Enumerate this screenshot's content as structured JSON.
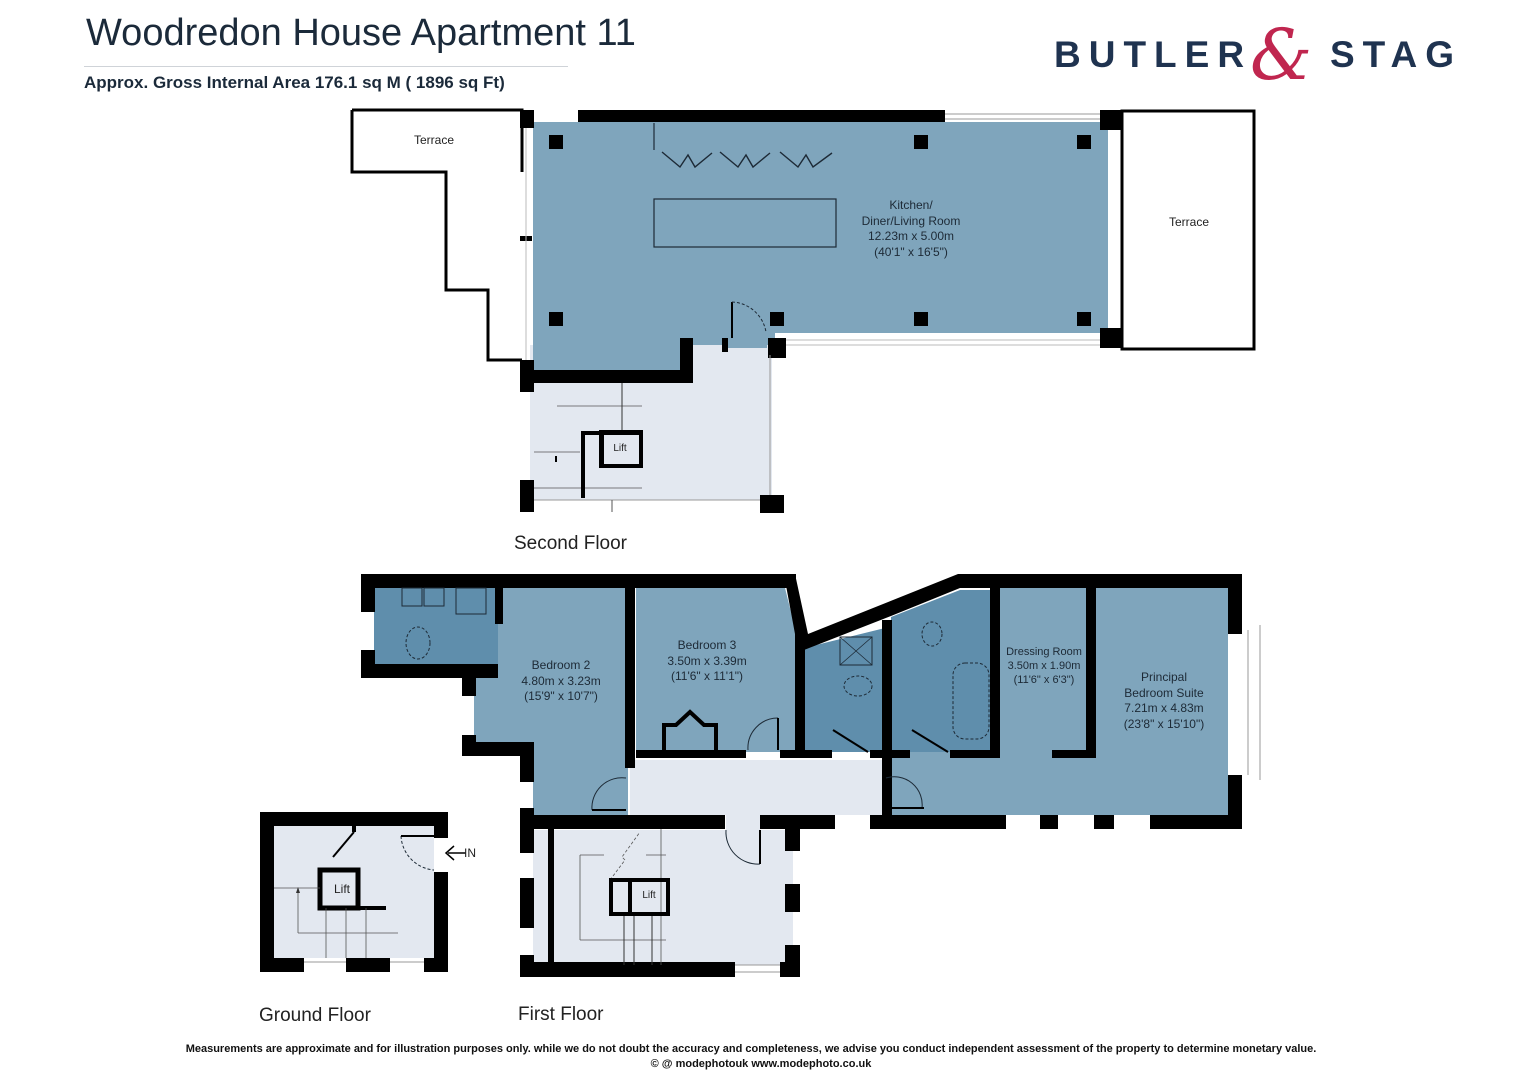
{
  "header": {
    "title": "Woodredon House Apartment 11",
    "area": "Approx. Gross Internal Area 176.1 sq M ( 1896 sq Ft)"
  },
  "logo": {
    "left_word": "BUTLER",
    "ampersand": "&",
    "right_word": "STAG",
    "colors": {
      "text": "#1f3350",
      "ampersand": "#c0264f"
    }
  },
  "colors": {
    "room_fill": "#7fa5bc",
    "bathroom_fill": "#5f8eac",
    "circulation_fill": "#e3e8f0",
    "wall": "#000000"
  },
  "floors": {
    "second": {
      "label": "Second Floor",
      "rooms": [
        {
          "name": "Kitchen/",
          "name2": "Diner/Living Room",
          "size_m": "12.23m x 5.00m",
          "size_ft": "(40'1\" x 16'5\")"
        }
      ],
      "terrace_left": "Terrace",
      "terrace_right": "Terrace",
      "lift": "Lift"
    },
    "first": {
      "label": "First Floor",
      "rooms": [
        {
          "name": "Bedroom 2",
          "size_m": "4.80m x 3.23m",
          "size_ft": "(15'9\" x 10'7\")"
        },
        {
          "name": "Bedroom 3",
          "size_m": "3.50m x 3.39m",
          "size_ft": "(11'6\" x 11'1\")"
        },
        {
          "name": "Dressing Room",
          "size_m": "3.50m x 1.90m",
          "size_ft": "(11'6\" x 6'3\")"
        },
        {
          "name": "Principal",
          "name2": "Bedroom Suite",
          "size_m": "7.21m x 4.83m",
          "size_ft": "(23'8\" x 15'10\")"
        }
      ],
      "lift": "Lift"
    },
    "ground": {
      "label": "Ground Floor",
      "lift": "Lift",
      "entrance": "IN"
    }
  },
  "footer": {
    "disclaimer": "Measurements are approximate and for illustration purposes only. while we do not doubt the accuracy and completeness, we advise you conduct independent assessment of the property to determine monetary value.",
    "credit": "© @ modephotouk www.modephoto.co.uk"
  }
}
